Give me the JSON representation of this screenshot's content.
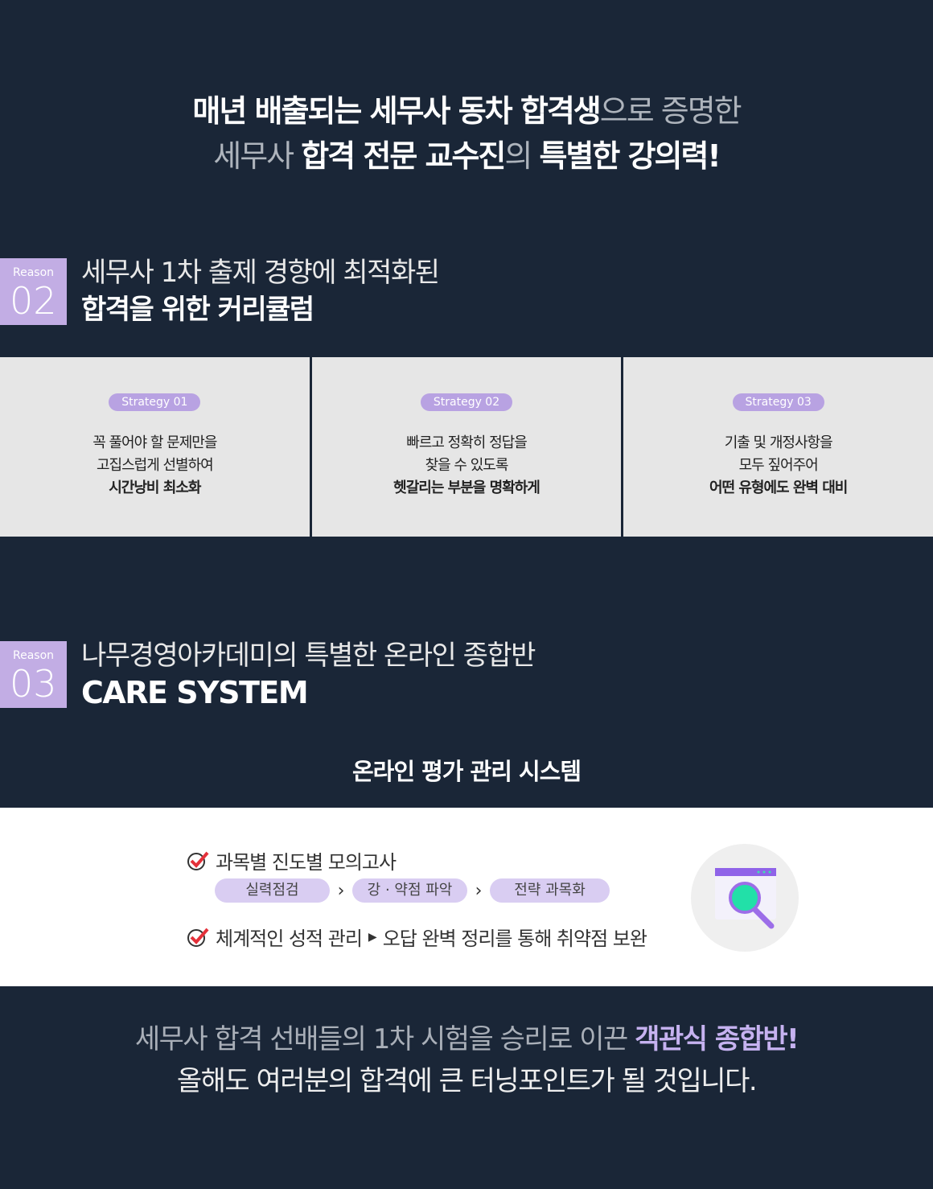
{
  "hero": {
    "l1a": "매년 배출되는 세무사 동차 합격생",
    "l1b": "으로 증명한",
    "l2a": "세무사 ",
    "l2b": "합격 전문 교수진",
    "l2c": "의 ",
    "l2d": "특별한 강의력!"
  },
  "reason2": {
    "label": "Reason",
    "num": "02",
    "title1": "세무사 1차 출제 경향에 최적화된",
    "title2": "합격을 위한 커리큘럼"
  },
  "strategies": [
    {
      "pill": "Strategy 01",
      "l1": "꼭 풀어야 할 문제만을",
      "l2": "고집스럽게 선별하여",
      "l3": "시간낭비 최소화"
    },
    {
      "pill": "Strategy 02",
      "l1": "빠르고 정확히 정답을",
      "l2": "찾을 수 있도록",
      "l3": "헷갈리는 부분을 명확하게"
    },
    {
      "pill": "Strategy 03",
      "l1": "기출 및 개정사항을",
      "l2": "모두 짚어주어",
      "l3": "어떤 유형에도 완벽 대비"
    }
  ],
  "reason3": {
    "label": "Reason",
    "num": "03",
    "title1": "나무경영아카데미의 특별한 온라인 종합반",
    "title2": "CARE SYSTEM"
  },
  "system": {
    "title": "온라인 평가 관리 시스템",
    "item1": "과목별 진도별 모의고사",
    "steps": [
      "실력점검",
      "강 · 약점 파악",
      "전략 과목화"
    ],
    "item2a": "체계적인 성적 관리",
    "item2b": "오답 완벽 정리를 통해 취약점 보완"
  },
  "footer": {
    "l1a": "세무사 합격 선배들의 1차 시험을 승리로 이끈 ",
    "l1b": "객관식 종합반!",
    "l2": "올해도 여러분의 합격에 큰 터닝포인트가 될 것입니다."
  },
  "colors": {
    "accent": "#c2ade4",
    "bg": "#1a2637",
    "highlight": "#c6b2f0"
  }
}
